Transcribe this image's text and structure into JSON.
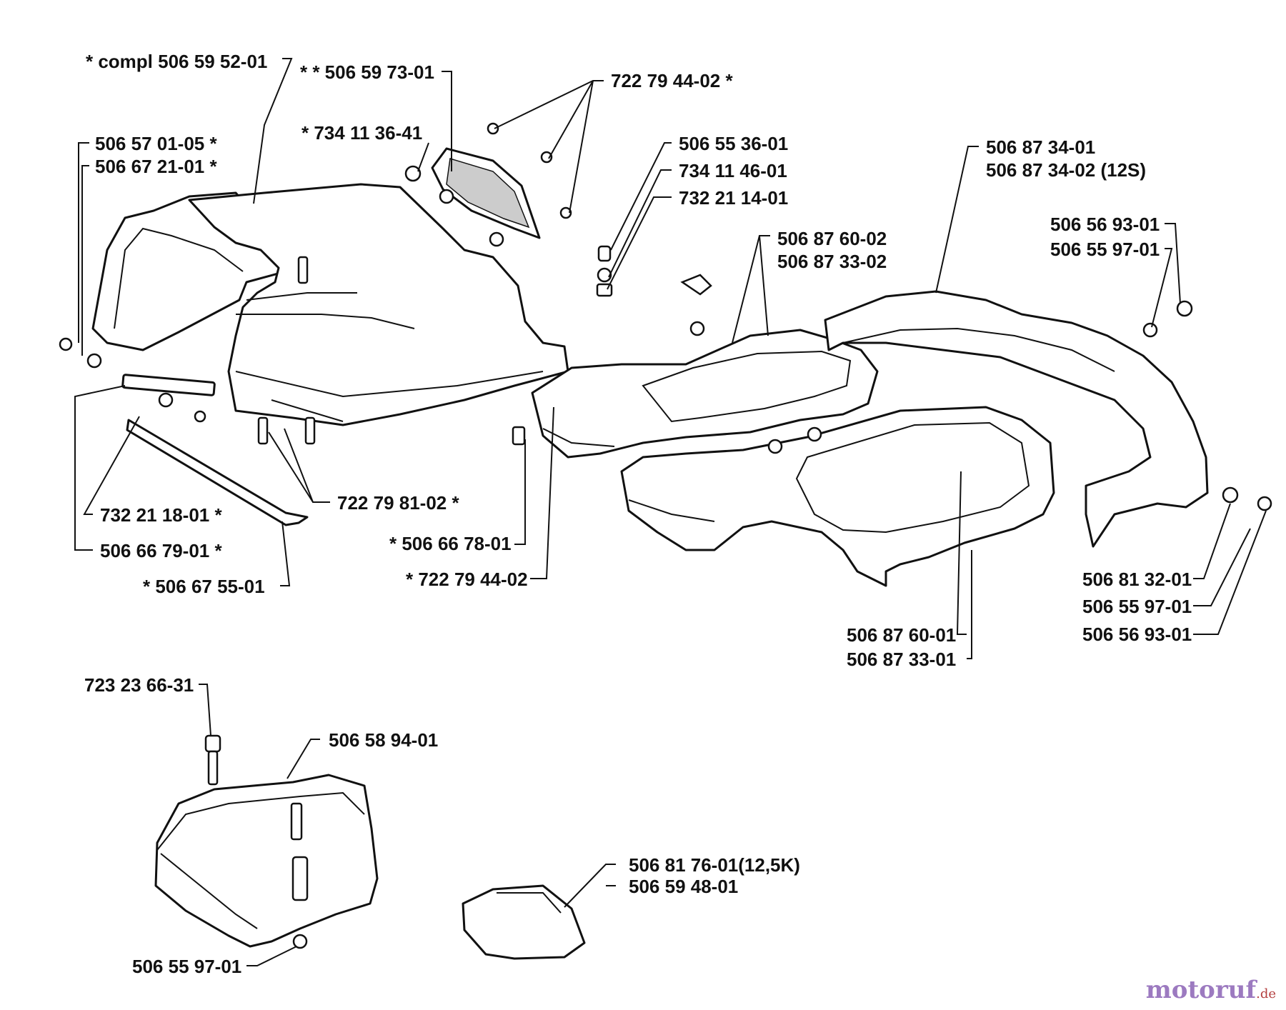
{
  "labels": {
    "L01": "* compl 506 59 52-01",
    "L02": "* * 506 59 73-01",
    "L03": "722 79 44-02 *",
    "L04": "506 57 01-05 *",
    "L05": "506 67 21-01 *",
    "L06": "* 734 11 36-41",
    "L07": "506 55 36-01",
    "L08": "734 11 46-01",
    "L09": "732 21 14-01",
    "L10": "506 87 34-01",
    "L11": "506 87 34-02 (12S)",
    "L12": "506 87 60-02",
    "L13": "506 87 33-02",
    "L14": "506 56 93-01",
    "L15": "506 55 97-01",
    "L16": "722 79 81-02 *",
    "L17": "732 21 18-01 *",
    "L18": "506 66 79-01 *",
    "L19": "* 506 67 55-01",
    "L20": "* 506 66 78-01",
    "L21": "* 722 79 44-02",
    "L22": "506 81 32-01",
    "L23": "506 55 97-01",
    "L24": "506 56 93-01",
    "L25": "506 87 60-01",
    "L26": "506 87 33-01",
    "L27": "723 23 66-31",
    "L28": "506 58 94-01",
    "L29": "506 81 76-01(12,5K)",
    "L30": "506 59 48-01",
    "L31": "506 55 97-01"
  },
  "watermark": {
    "main": "motoruf",
    "suffix": ".de"
  }
}
